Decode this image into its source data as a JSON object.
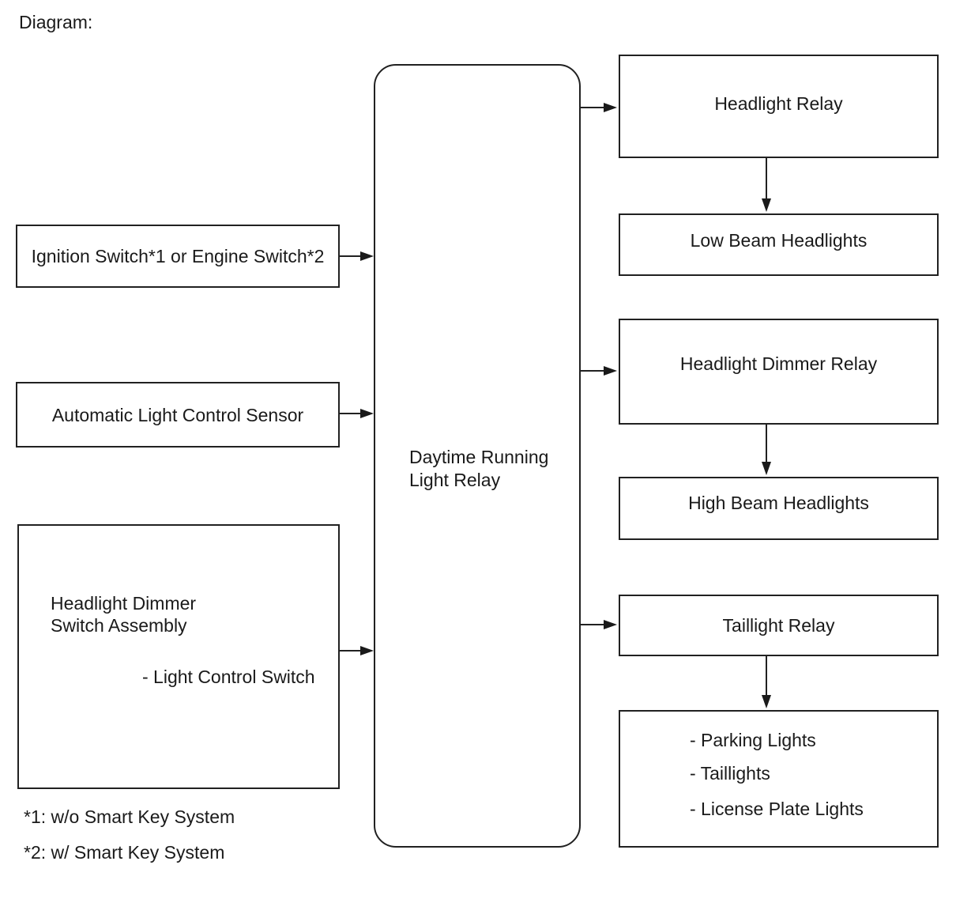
{
  "title": "Diagram:",
  "colors": {
    "background": "#ffffff",
    "line": "#212121",
    "text": "#1a1a1a"
  },
  "diagram": {
    "sources": [
      {
        "label": "Ignition Switch*1 or Engine Switch*2"
      },
      {
        "label": "Automatic Light Control Sensor"
      },
      {
        "label_lines": [
          "Headlight Dimmer",
          "Switch Assembly"
        ],
        "sub_label": "- Light Control Switch"
      }
    ],
    "relay": {
      "label_lines": [
        "Daytime Running",
        "Light Relay"
      ]
    },
    "targets": [
      {
        "label": "Headlight Relay"
      },
      {
        "label": "Low Beam Headlights"
      },
      {
        "label": "Headlight Dimmer Relay"
      },
      {
        "label": "High Beam Headlights"
      },
      {
        "label": "Taillight Relay"
      },
      {
        "items": [
          "- Parking Lights",
          "- Taillights",
          "- License Plate Lights"
        ]
      }
    ],
    "footnotes": [
      "*1: w/o Smart Key System",
      "*2: w/ Smart Key System"
    ]
  }
}
